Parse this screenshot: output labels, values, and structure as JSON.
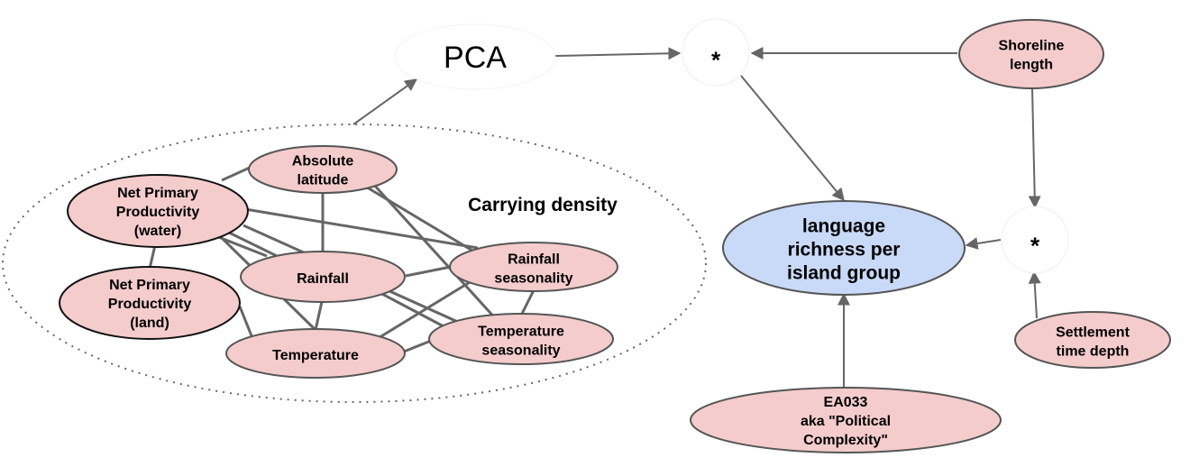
{
  "colors": {
    "node_fill": "#f4cccc",
    "outcome_fill": "#c9daf8",
    "edge": "#666666",
    "operator_fill": "#ffffff"
  },
  "group": {
    "label": "Carrying density"
  },
  "nodes": {
    "pca": {
      "lines": [
        "PCA"
      ]
    },
    "mult_top": {
      "lines": [
        "*"
      ]
    },
    "mult_right": {
      "lines": [
        "*"
      ]
    },
    "shoreline": {
      "lines": [
        "Shoreline",
        "length"
      ]
    },
    "settlement": {
      "lines": [
        "Settlement",
        "time depth"
      ]
    },
    "outcome": {
      "lines": [
        "language",
        "richness per",
        "island group"
      ]
    },
    "ea033": {
      "lines": [
        "EA033",
        "aka \"Political",
        "Complexity\""
      ]
    },
    "abs_lat": {
      "lines": [
        "Absolute",
        "latitude"
      ]
    },
    "npp_water": {
      "lines": [
        "Net Primary",
        "Productivity",
        "(water)"
      ]
    },
    "npp_land": {
      "lines": [
        "Net Primary",
        "Productivity",
        "(land)"
      ]
    },
    "rainfall": {
      "lines": [
        "Rainfall"
      ]
    },
    "rain_seas": {
      "lines": [
        "Rainfall",
        "seasonality"
      ]
    },
    "temperature": {
      "lines": [
        "Temperature"
      ]
    },
    "temp_seas": {
      "lines": [
        "Temperature",
        "seasonality"
      ]
    }
  }
}
